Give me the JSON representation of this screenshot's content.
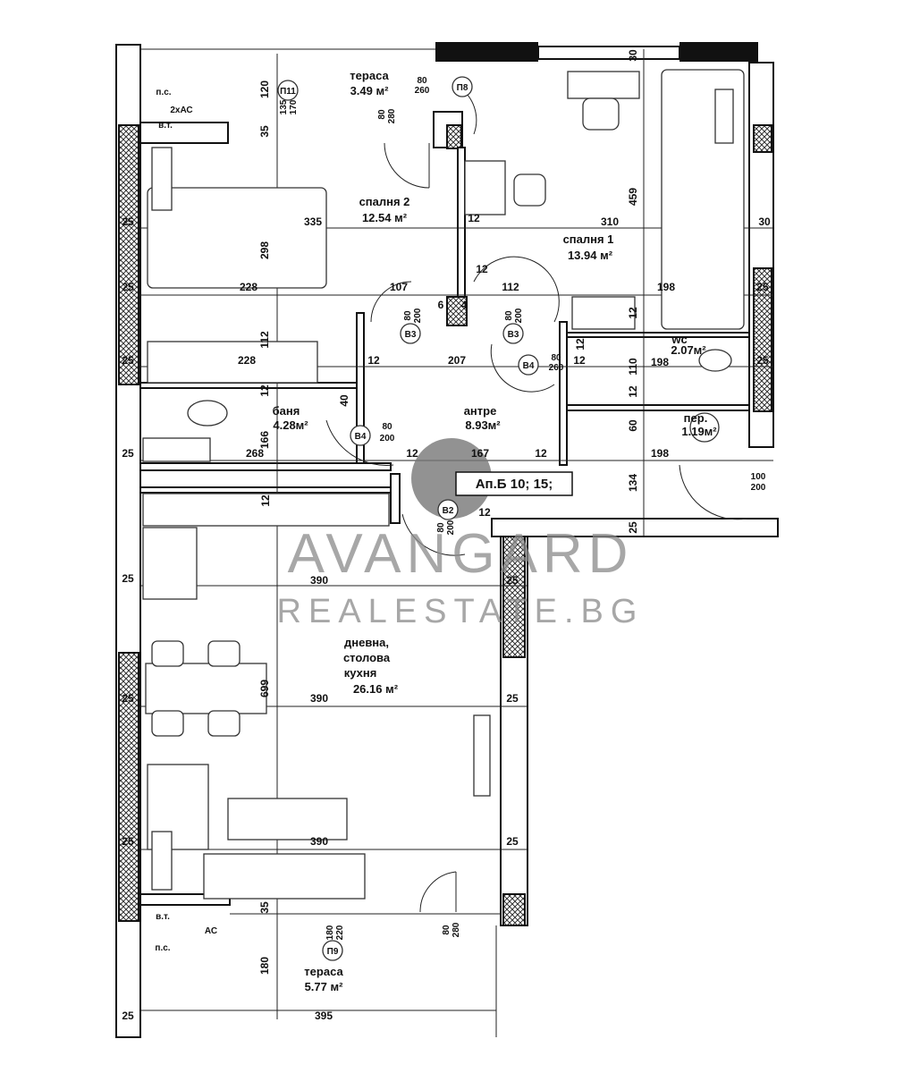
{
  "rooms": {
    "terrace_top": {
      "name": "тераса",
      "area": "3.49 м²"
    },
    "bedroom2": {
      "name": "спалня 2",
      "area": "12.54 м²"
    },
    "bedroom1": {
      "name": "спалня 1",
      "area": "13.94 м²"
    },
    "wc": {
      "name": "wc",
      "area": "2.07м²"
    },
    "bathroom": {
      "name": "баня",
      "area": "4.28м²"
    },
    "hall": {
      "name": "антре",
      "area": "8.93м²"
    },
    "laundry": {
      "name": "пер.",
      "area": "1.19м²"
    },
    "living": {
      "name1": "дневна,",
      "name2": "столова",
      "name3": "кухня",
      "area": "26.16 м²"
    },
    "terrace_bottom": {
      "name": "тераса",
      "area": "5.77 м²"
    }
  },
  "apartment_label": "Ап.Б 10; 15;",
  "watermark": {
    "line1": "AVANGARD",
    "line2": "REALESTATE.BG"
  },
  "markers": {
    "p11": "П11",
    "p8": "П8",
    "v3a": "В3",
    "v3b": "В3",
    "v4a": "В4",
    "v4b": "В4",
    "v2": "В2",
    "p9": "П9"
  },
  "notes": {
    "ps_top": "п.с.",
    "ac_top": "2хАС",
    "vt_top": "в.т.",
    "ac_bottom": "АС",
    "vt_bottom": "в.т.",
    "ps_bottom": "п.с."
  },
  "door_sizes": [
    "80",
    "260",
    "80",
    "280",
    "80",
    "200",
    "80",
    "200",
    "80",
    "260",
    "80",
    "200",
    "80",
    "200",
    "100",
    "200",
    "180",
    "220",
    "80",
    "280",
    "135",
    "170"
  ],
  "dims_h": [
    "25",
    "335",
    "12",
    "310",
    "30",
    "25",
    "228",
    "107",
    "12",
    "112",
    "198",
    "25",
    "25",
    "228",
    "12",
    "207",
    "12",
    "198",
    "25",
    "25",
    "268",
    "12",
    "167",
    "12",
    "198",
    "25",
    "390",
    "25",
    "25",
    "390",
    "25",
    "25",
    "390",
    "25",
    "25",
    "395",
    "12",
    "6",
    "4"
  ],
  "dims_v": [
    "120",
    "35",
    "298",
    "112",
    "12",
    "166",
    "12",
    "699",
    "35",
    "180",
    "30",
    "459",
    "12",
    "110",
    "12",
    "60",
    "134",
    "25",
    "40",
    "12"
  ]
}
